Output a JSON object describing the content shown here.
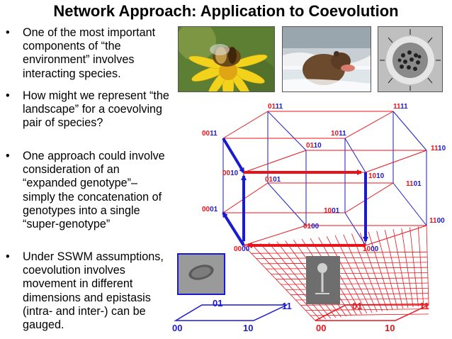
{
  "title": "Network Approach: Application to Coevolution",
  "bullets": [
    "One of the most important components of “the environment” involves interacting species.",
    "How might we represent “the landscape” for a coevolving pair of species?",
    "One approach could involve consideration of an “expanded genotype”– simply the concatenation of genotypes into a single “super-genotype”",
    "Under SSWM assumptions, coevolution involves movement in different dimensions and epistasis (intra- and inter-) can be gauged."
  ],
  "bullet_glyph": "•",
  "photos": [
    "bee-on-flower",
    "bear-catching-salmon",
    "virus-micrograph"
  ],
  "cube_labels": {
    "n0111": "0111",
    "n1111": "1111",
    "n0011": "0011",
    "n1011": "1011",
    "n0110": "0110",
    "n1110": "1110",
    "n0010": "0010",
    "n1010": "1010",
    "n0101": "0101",
    "n1101": "1101",
    "n0001": "0001",
    "n1001": "1001",
    "n0100": "0100",
    "n1100": "1100",
    "n0000": "0000",
    "n1000": "1000"
  },
  "square_blue": {
    "tl": "01",
    "tr": "11",
    "bl": "00",
    "br": "10"
  },
  "square_red": {
    "tl": "01",
    "tr": "11",
    "bl": "00",
    "br": "10"
  },
  "colors": {
    "red": "#e8141c",
    "blue": "#1a1ad0",
    "black": "#000000"
  }
}
